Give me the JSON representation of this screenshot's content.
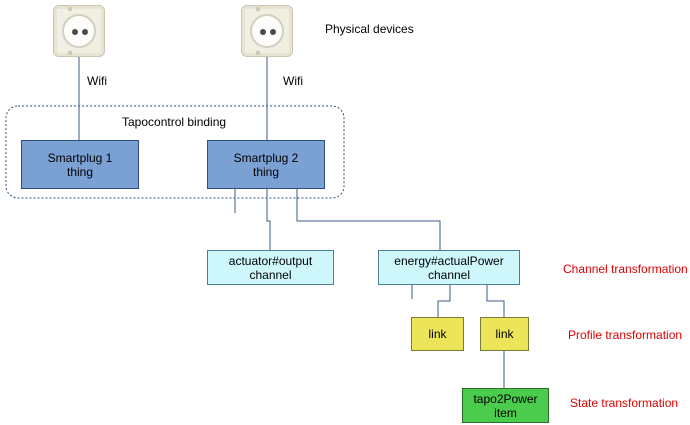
{
  "physical_label": "Physical devices",
  "wifi1": "Wifi",
  "wifi2": "Wifi",
  "binding_label": "Tapocontrol binding",
  "things": [
    {
      "line1": "Smartplug 1",
      "line2": "thing"
    },
    {
      "line1": "Smartplug 2",
      "line2": "thing"
    }
  ],
  "channels": [
    {
      "line1": "actuator#output",
      "line2": "channel"
    },
    {
      "line1": "energy#actualPower",
      "line2": "channel"
    }
  ],
  "links": [
    "link",
    "link"
  ],
  "item": {
    "line1": "tapo2Power",
    "line2": "item"
  },
  "transformations": {
    "channel": "Channel transformation",
    "profile": "Profile transformation",
    "state": "State transformation"
  },
  "colors": {
    "thing": "#7aa0d4",
    "channel": "#cdf7fb",
    "link": "#ece55a",
    "item": "#4ccc4c",
    "annotation": "#e00000"
  }
}
